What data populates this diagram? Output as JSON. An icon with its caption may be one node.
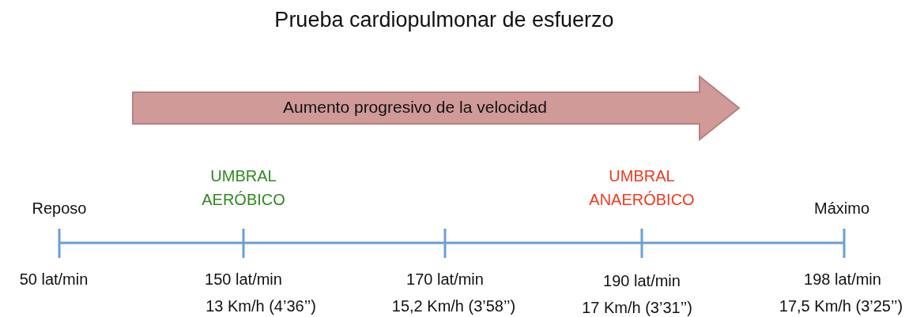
{
  "diagram": {
    "title": "Prueba cardiopulmonar de esfuerzo",
    "nodes": [
      {
        "text": [
          "Aumento progresivo de la velocidad"
        ]
      }
    ],
    "labels": [
      "UMBRAL AERÓBICO",
      "UMBRAL ANAERÓBICO",
      "Reposo",
      "Máximo",
      "50 lat/min",
      "150 lat/min",
      "170 lat/min",
      "190 lat/min",
      "198 lat/min",
      "13 Km/h (4’36’’)",
      "15,2 Km/h (3’58’’)",
      "17 Km/h (3’31’’)",
      "17,5 Km/h (3’25’’)"
    ]
  }
}
